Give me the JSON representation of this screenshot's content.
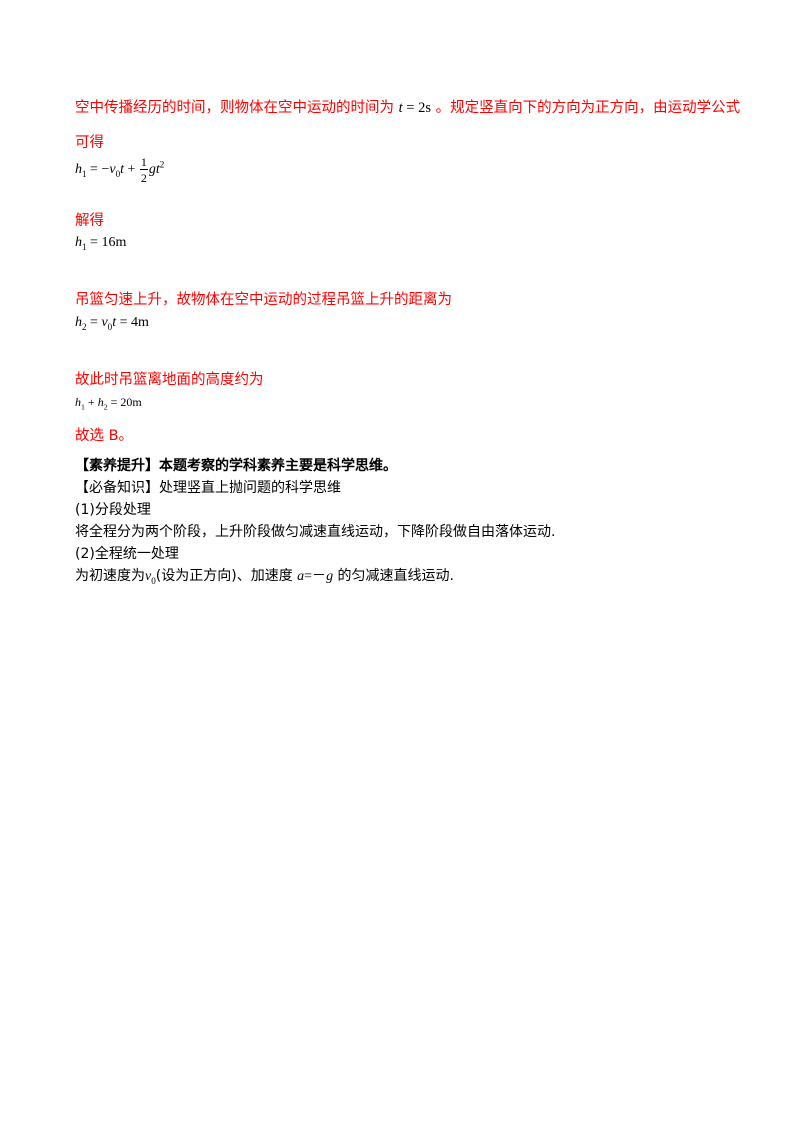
{
  "content": {
    "p1_a": "空中传播经历的时间，则物体在空中运动的时间为",
    "p1_b": "。规定竖直向下的方向为正方向，由运动学公式",
    "p1_cont": "可得",
    "solve": "解得",
    "p3": "吊篮匀速上升，故物体在空中运动的过程吊篮上升的距离为",
    "p4": "故此时吊篮离地面的高度约为",
    "answer": "故选 B。",
    "promo_title": "【素养提升】本题考察的学科素养主要是科学思维。",
    "know_title": "【必备知识】处理竖直上抛问题的科学思维",
    "item1_title": "(1)分段处理",
    "item1_text": "将全程分为两个阶段，上升阶段做匀减速直线运动，下降阶段做自由落体运动.",
    "item2_title": "(2)全程统一处理",
    "item2_a": "为初速度为",
    "item2_b": "(设为正方向)、加速度",
    "item2_c": "的匀减速直线运动."
  },
  "math": {
    "time_eq": "= 2s",
    "time_var": "t",
    "eq1_lhs": "= −",
    "eq1_mid": "+",
    "frac_num": "1",
    "frac_den": "2",
    "eq1_tail": "gt",
    "result1": "= 16m",
    "eq2": "= 4m",
    "sum_plus": "+",
    "sum_eq": "= 20m",
    "accel": "a",
    "accel_eq": "=－",
    "grav": "g"
  }
}
